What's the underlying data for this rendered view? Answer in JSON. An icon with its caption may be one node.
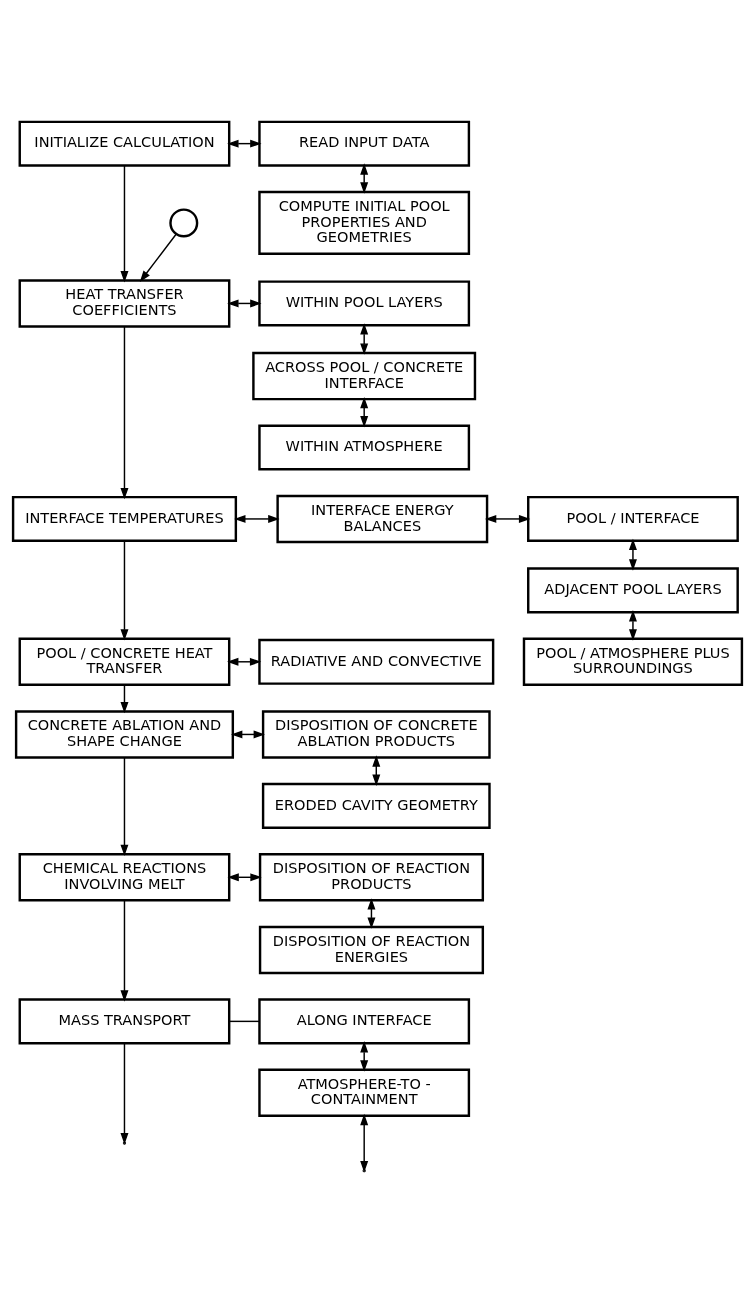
{
  "diagram": {
    "nodes": [
      {
        "text": [
          "INITIALIZE CALCULATION"
        ]
      },
      {
        "text": [
          "READ INPUT DATA"
        ]
      },
      {
        "text": [
          "COMPUTE INITIAL POOL PROPERTIES AND GEOMETRIES"
        ]
      },
      {
        "text": [],
        "shape": "circle"
      },
      {
        "text": [
          "HEAT TRANSFER COEFFICIENTS"
        ]
      },
      {
        "text": [
          "WITHIN POOL LAYERS"
        ]
      },
      {
        "text": [
          "ACROSS POOL / CONCRETE INTERFACE"
        ]
      },
      {
        "text": [
          "WITHIN ATMOSPHERE"
        ]
      },
      {
        "text": [
          "INTERFACE TEMPERATURES"
        ]
      },
      {
        "text": [
          "INTERFACE ENERGY BALANCES"
        ]
      },
      {
        "text": [
          "POOL / INTERFACE"
        ]
      },
      {
        "text": [
          "ADJACENT POOL LAYERS"
        ]
      },
      {
        "text": [
          "POOL / ATMOSPHERE PLUS SURROUNDINGS"
        ]
      },
      {
        "text": [
          "POOL / CONCRETE HEAT TRANSFER"
        ]
      },
      {
        "text": [
          "RADIATIVE AND CONVECTIVE"
        ]
      },
      {
        "text": [
          "CONCRETE ABLATION AND SHAPE CHANGE"
        ]
      },
      {
        "text": [
          "DISPOSITION OF CONCRETE ABLATION PRODUCTS"
        ]
      },
      {
        "text": [
          "ERODED CAVITY GEOMETRY"
        ]
      },
      {
        "text": [
          "CHEMICAL REACTIONS INVOLVING MELT"
        ]
      },
      {
        "text": [
          "DISPOSITION OF REACTION PRODUCTS"
        ]
      },
      {
        "text": [
          "DISPOSITION OF REACTION ENERGIES"
        ]
      },
      {
        "text": [
          "MASS TRANSPORT"
        ]
      },
      {
        "text": [
          "ALONG INTERFACE"
        ]
      },
      {
        "text": [
          "ATMOSPHERE-TO - CONTAINMENT"
        ]
      }
    ],
    "edges": [
      {
        "from": 0,
        "to": 1,
        "arrow": "both"
      },
      {
        "from": 1,
        "to": 2,
        "arrow": "both"
      },
      {
        "from": 0,
        "to": 4,
        "arrow": "to"
      },
      {
        "from": 3,
        "to": 4,
        "arrow": "to"
      },
      {
        "from": 4,
        "to": 5,
        "arrow": "both"
      },
      {
        "from": 5,
        "to": 6,
        "arrow": "both"
      },
      {
        "from": 6,
        "to": 7,
        "arrow": "both"
      },
      {
        "from": 4,
        "to": 8,
        "arrow": "to"
      },
      {
        "from": 8,
        "to": 9,
        "arrow": "both"
      },
      {
        "from": 9,
        "to": 10,
        "arrow": "both"
      },
      {
        "from": 10,
        "to": 11,
        "arrow": "both"
      },
      {
        "from": 11,
        "to": 12,
        "arrow": "both"
      },
      {
        "from": 8,
        "to": 13,
        "arrow": "to"
      },
      {
        "from": 13,
        "to": 14,
        "arrow": "both"
      },
      {
        "from": 13,
        "to": 15,
        "arrow": "to"
      },
      {
        "from": 15,
        "to": 16,
        "arrow": "both"
      },
      {
        "from": 16,
        "to": 17,
        "arrow": "both"
      },
      {
        "from": 15,
        "to": 18,
        "arrow": "to"
      },
      {
        "from": 18,
        "to": 19,
        "arrow": "both"
      },
      {
        "from": 19,
        "to": 20,
        "arrow": "both"
      },
      {
        "from": 18,
        "to": 21,
        "arrow": "to"
      },
      {
        "from": 21,
        "to": 22,
        "arrow": "none"
      },
      {
        "from": 22,
        "to": 23,
        "arrow": "both"
      },
      {
        "from": 21,
        "to": null,
        "arrow": "to"
      },
      {
        "from": 23,
        "to": null,
        "arrow": "both"
      }
    ]
  }
}
